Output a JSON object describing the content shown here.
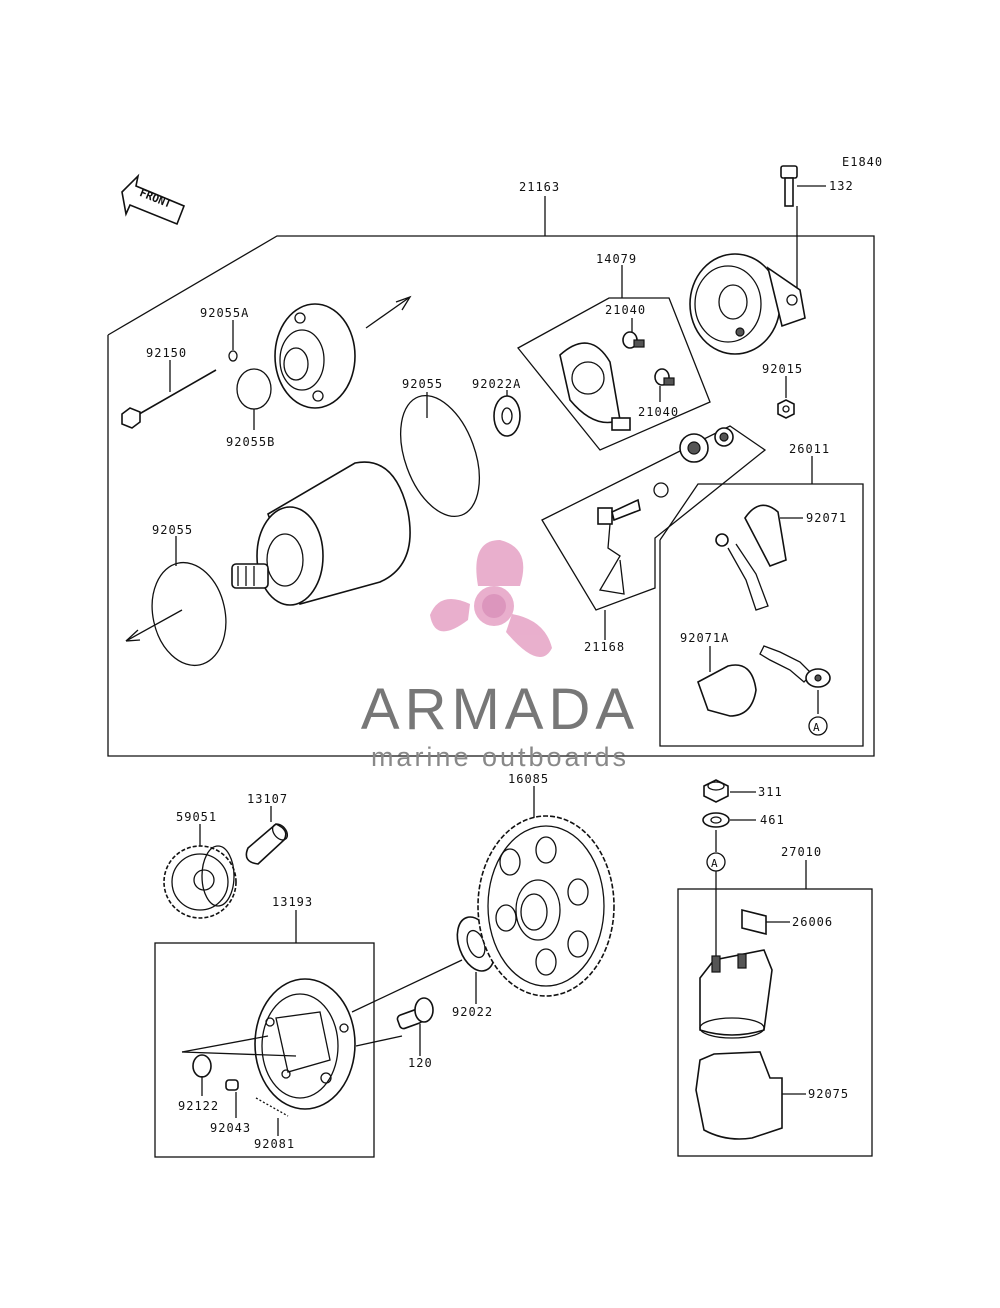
{
  "diagram_code": "E1840",
  "front_label": "FRONT",
  "colors": {
    "line": "#111111",
    "logo_pink": "#e7a7c8",
    "logo_text": "#777777"
  },
  "logo": {
    "name": "ARMADA",
    "tagline": "marine outboards"
  },
  "labels": {
    "p21163": "21163",
    "p132": "132",
    "p14079": "14079",
    "p21040a": "21040",
    "p21040b": "21040",
    "p92055A": "92055A",
    "p92150": "92150",
    "p92055B": "92055B",
    "p92055a": "92055",
    "p92022A": "92022A",
    "p92015": "92015",
    "p26011": "26011",
    "p92071": "92071",
    "p92055b": "92055",
    "p21168": "21168",
    "p92071A": "92071A",
    "p16085": "16085",
    "p311": "311",
    "p461": "461",
    "p59051": "59051",
    "p13107": "13107",
    "p13193": "13193",
    "p27010": "27010",
    "p26006": "26006",
    "p92022": "92022",
    "p120": "120",
    "p92122": "92122",
    "p92043": "92043",
    "p92081": "92081",
    "p92075": "92075",
    "refA1": "A",
    "refA2": "A"
  }
}
